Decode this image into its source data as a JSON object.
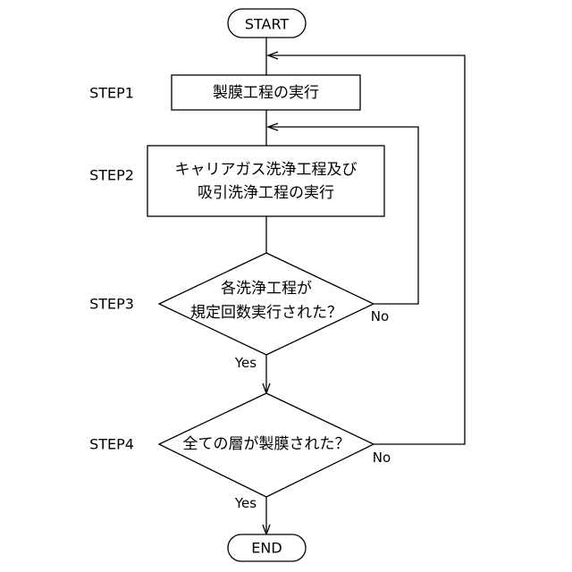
{
  "flowchart": {
    "start": "START",
    "end": "END",
    "step1": {
      "label": "STEP1",
      "text": "製膜工程の実行"
    },
    "step2": {
      "label": "STEP2",
      "lines": [
        "キャリアガス洗浄工程及び",
        "吸引洗浄工程の実行"
      ]
    },
    "step3": {
      "label": "STEP3",
      "lines": [
        "各洗浄工程が",
        "規定回数実行された？"
      ],
      "yes": "Yes",
      "no": "No"
    },
    "step4": {
      "label": "STEP4",
      "text": "全ての層が製膜された？",
      "yes": "Yes",
      "no": "No"
    }
  }
}
